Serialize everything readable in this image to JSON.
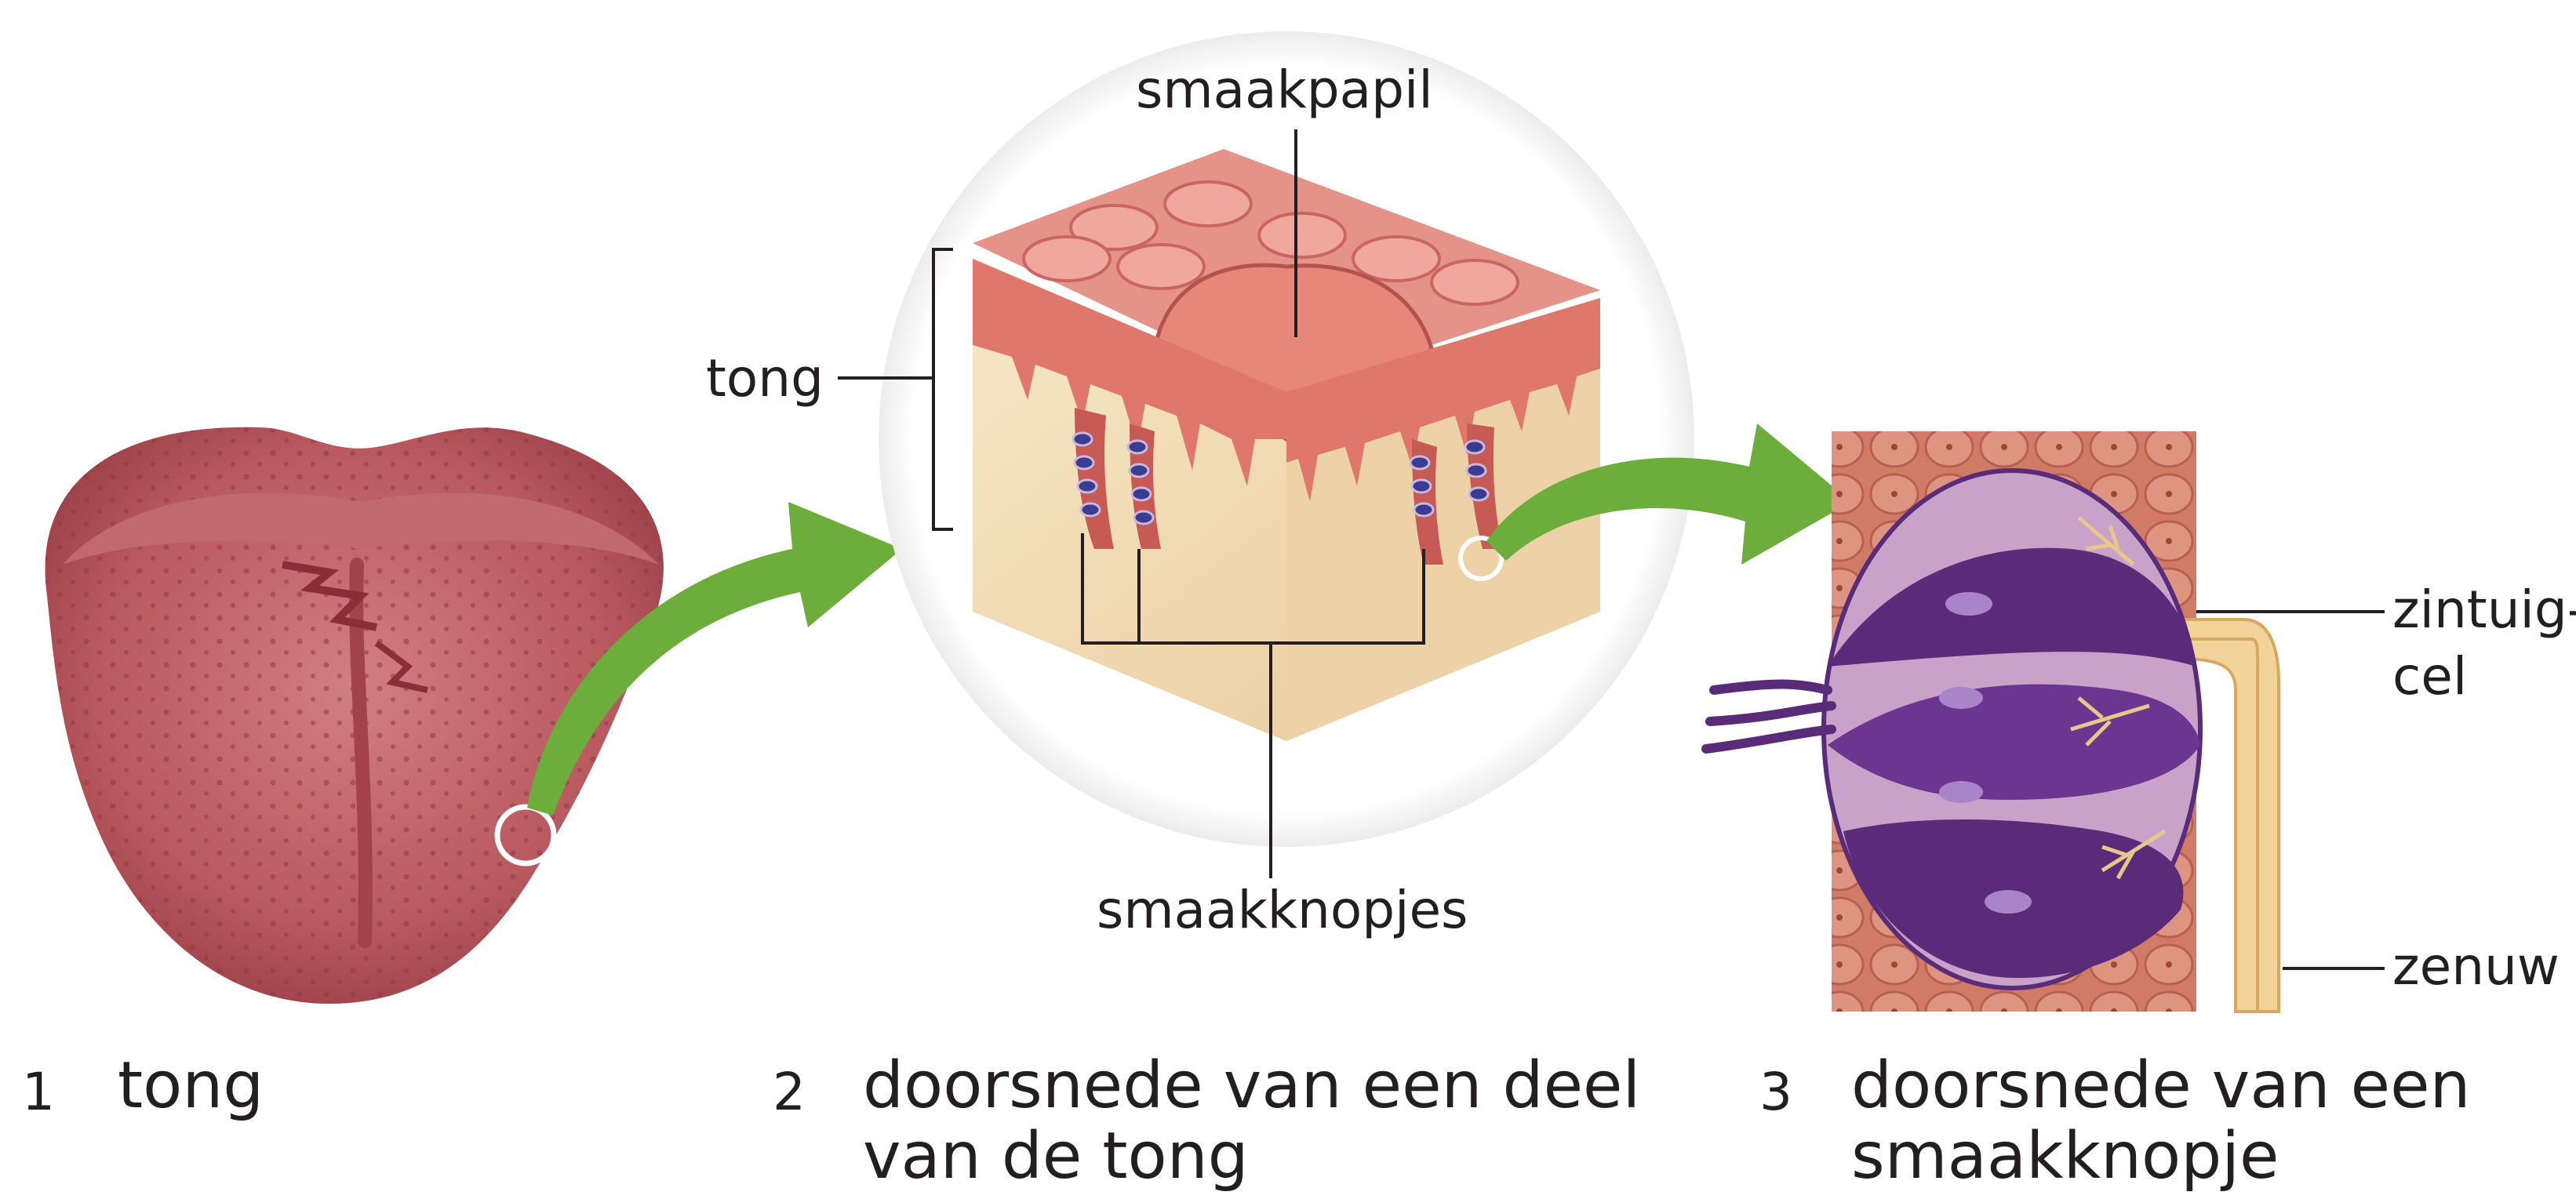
{
  "labels": {
    "smaakpapil": "smaakpapil",
    "tong": "tong",
    "smaakknopjes": "smaakknopjes",
    "zintuigcel_line1": "zintuig-",
    "zintuigcel_line2": "cel",
    "zenuw": "zenuw"
  },
  "captions": [
    {
      "number": "1",
      "lines": [
        "tong"
      ]
    },
    {
      "number": "2",
      "lines": [
        "doorsnede van een deel",
        "van de tong"
      ]
    },
    {
      "number": "3",
      "lines": [
        "doorsnede van een",
        "smaakknopje"
      ]
    }
  ],
  "colors": {
    "tongue": "#b9585f",
    "tongue_light": "#d88a8a",
    "papilla": "#d9786f",
    "tissue": "#f1dcb4",
    "arrow": "#6cad3b",
    "bud_purple": "#5a2b79",
    "bud_pink": "#c9a2c9",
    "nerve": "#f2d39a",
    "cells": "#d98d77"
  }
}
